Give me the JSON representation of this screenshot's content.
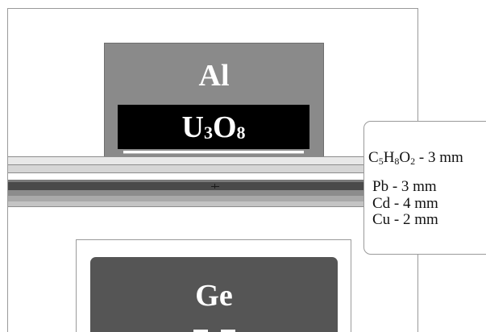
{
  "diagram": {
    "housing": {
      "label": "Al"
    },
    "sample": {
      "element_1": "U",
      "sub_1": "3",
      "element_2": "O",
      "sub_2": "8"
    },
    "detector": {
      "label": "Ge"
    },
    "layers": [
      {
        "c1": "C",
        "s1": "5",
        "c2": "H",
        "s2": "8",
        "c3": "O",
        "s3": "2",
        "tail": " - 3 mm"
      },
      {
        "label": "Pb - 3 mm"
      },
      {
        "label": "Cd - 4 mm"
      },
      {
        "label": "Cu - 2 mm"
      }
    ],
    "colors": {
      "housing": "#8a8a8a",
      "sample": "#000000",
      "detector": "#555555",
      "frame": "#9a9a9a"
    }
  }
}
